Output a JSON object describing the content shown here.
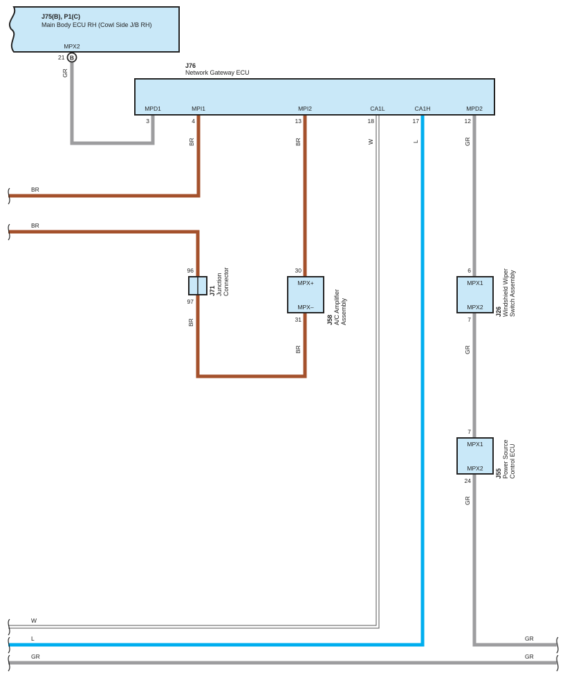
{
  "colors": {
    "br": "#a4512c",
    "gr": "#9d9d9f",
    "l": "#00aeef",
    "w": "#ffffff",
    "w_outline": "#555555",
    "box_fill": "#c9e8f8"
  },
  "j75": {
    "title": "J75(B), P1(C)",
    "subtitle": "Main Body ECU RH (Cowl Side J/B RH)",
    "terminal": "MPX2",
    "pin": "21",
    "connector": "B",
    "wire": "GR"
  },
  "j76": {
    "id": "J76",
    "name": "Network Gateway ECU",
    "terminals": [
      {
        "label": "MPD1",
        "pin": "3"
      },
      {
        "label": "MPI1",
        "pin": "4",
        "wire": "BR"
      },
      {
        "label": "MPI2",
        "pin": "13",
        "wire": "BR"
      },
      {
        "label": "CA1L",
        "pin": "18",
        "wire": "W"
      },
      {
        "label": "CA1H",
        "pin": "17",
        "wire": "L"
      },
      {
        "label": "MPD2",
        "pin": "12",
        "wire": "GR"
      }
    ]
  },
  "left_wires": {
    "br_top": "BR",
    "br_second": "BR",
    "w": "W",
    "l": "L",
    "gr": "GR"
  },
  "right_wires": {
    "gr_top": "GR",
    "gr_bottom": "GR"
  },
  "j71": {
    "id": "J71",
    "line1": "Junction",
    "line2": "Connector",
    "pin_top": "96",
    "pin_bottom": "97",
    "wire_below": "BR"
  },
  "j58": {
    "id": "J58",
    "line1": "A/C Amplifier",
    "line2": "Assembly",
    "terminal_top": "MPX+",
    "terminal_bottom": "MPX–",
    "pin_top": "30",
    "pin_bottom": "31",
    "wire_below": "BR"
  },
  "j26": {
    "id": "J26",
    "line1": "Windshield Wiper",
    "line2": "Switch Assembly",
    "terminal_top": "MPX1",
    "terminal_bottom": "MPX2",
    "pin_top": "6",
    "pin_bottom": "7",
    "wire_below": "GR"
  },
  "j55": {
    "id": "J55",
    "line1": "Power Source",
    "line2": "Control ECU",
    "terminal_top": "MPX1",
    "terminal_bottom": "MPX2",
    "pin_top": "7",
    "pin_bottom": "24",
    "wire_below": "GR"
  }
}
